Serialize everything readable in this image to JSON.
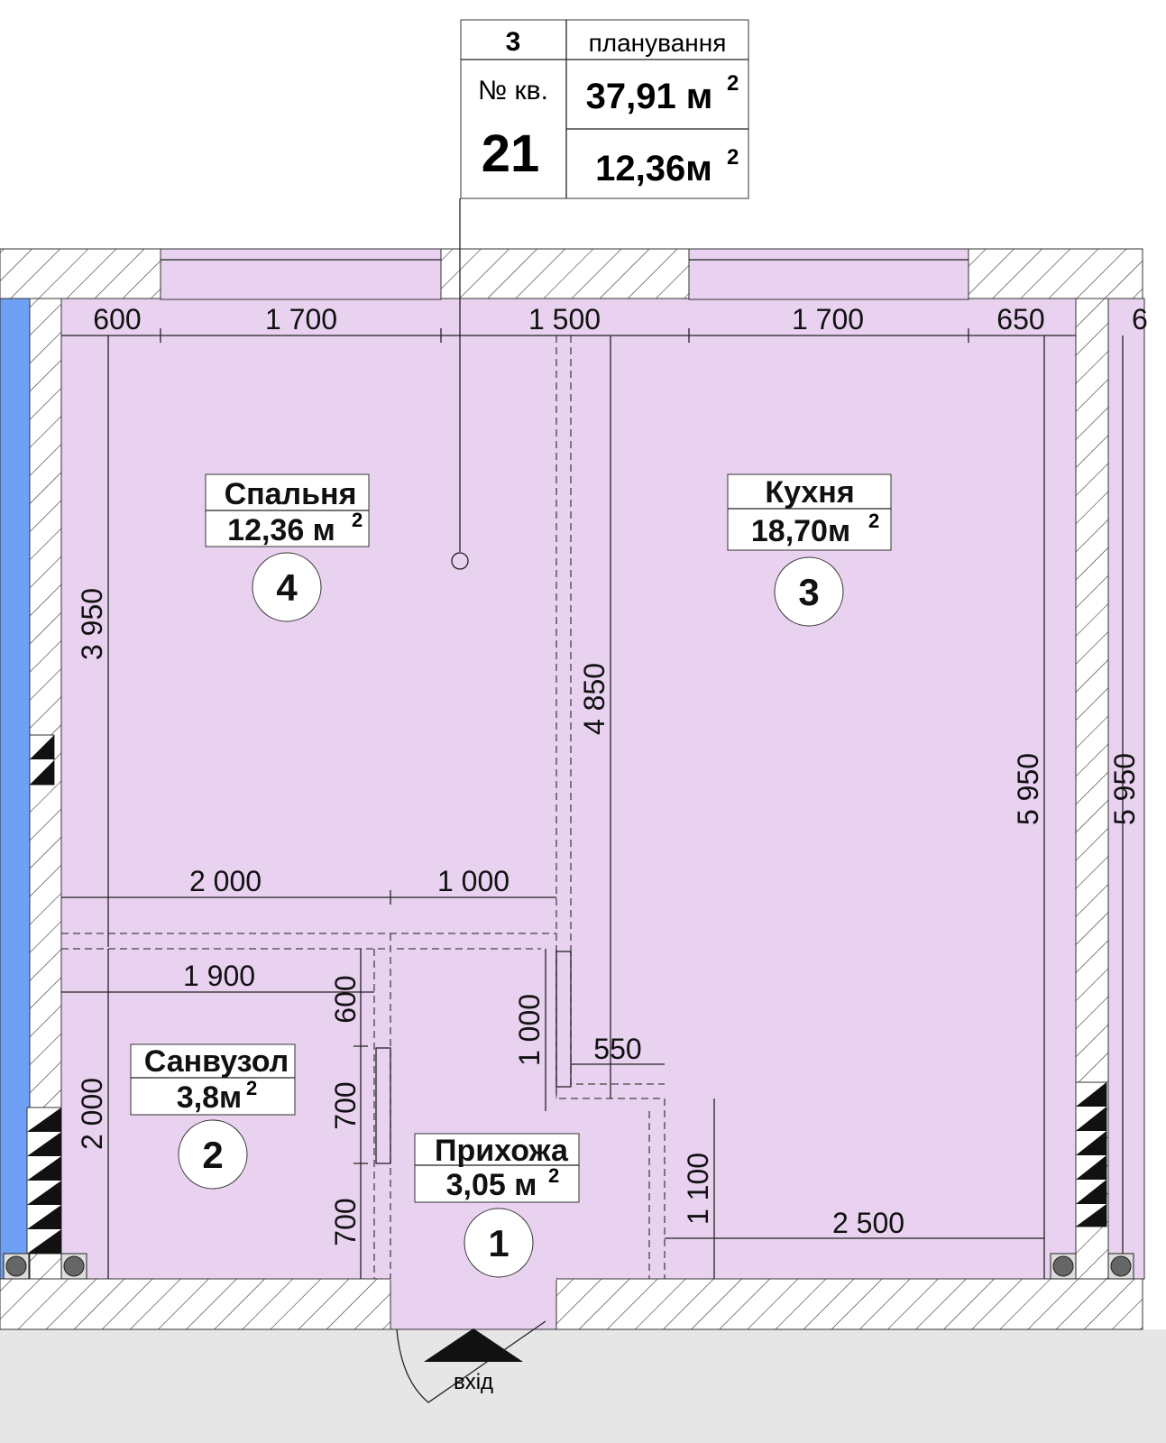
{
  "info_table": {
    "section": "3",
    "layout_label": "планування",
    "apt_label": "№ кв.",
    "apt_number": "21",
    "total_area": "37,91 м",
    "living_area": "12,36м",
    "sup": "2"
  },
  "rooms": [
    {
      "number": "1",
      "name": "Прихожа",
      "area": "3,05 м"
    },
    {
      "number": "2",
      "name": "Санвузол",
      "area": "3,8м"
    },
    {
      "number": "3",
      "name": "Кухня",
      "area": "18,70м"
    },
    {
      "number": "4",
      "name": "Спальня",
      "area": "12,36 м"
    }
  ],
  "dimensions": {
    "top": [
      "600",
      "1 700",
      "1 500",
      "1 700",
      "650",
      "6"
    ],
    "v_bedroom": "3 950",
    "v_partition": "4 850",
    "v_kitchen": "5 950",
    "v_neighbor": "5 950",
    "h_bed_a": "2 000",
    "h_bed_b": "1 000",
    "h_bath": "1 900",
    "v_bath": "2 000",
    "v_door_segments": [
      "600",
      "700",
      "700"
    ],
    "v_hall": "1 000",
    "h_hall": "550",
    "v_kitchen_low": "1 100",
    "h_kitchen_low": "2 500"
  },
  "entrance_label": "вхід",
  "colors": {
    "room": "#e8d2ef",
    "corridor": "#e6e6e6",
    "neighbor": "#6ea0f5"
  }
}
